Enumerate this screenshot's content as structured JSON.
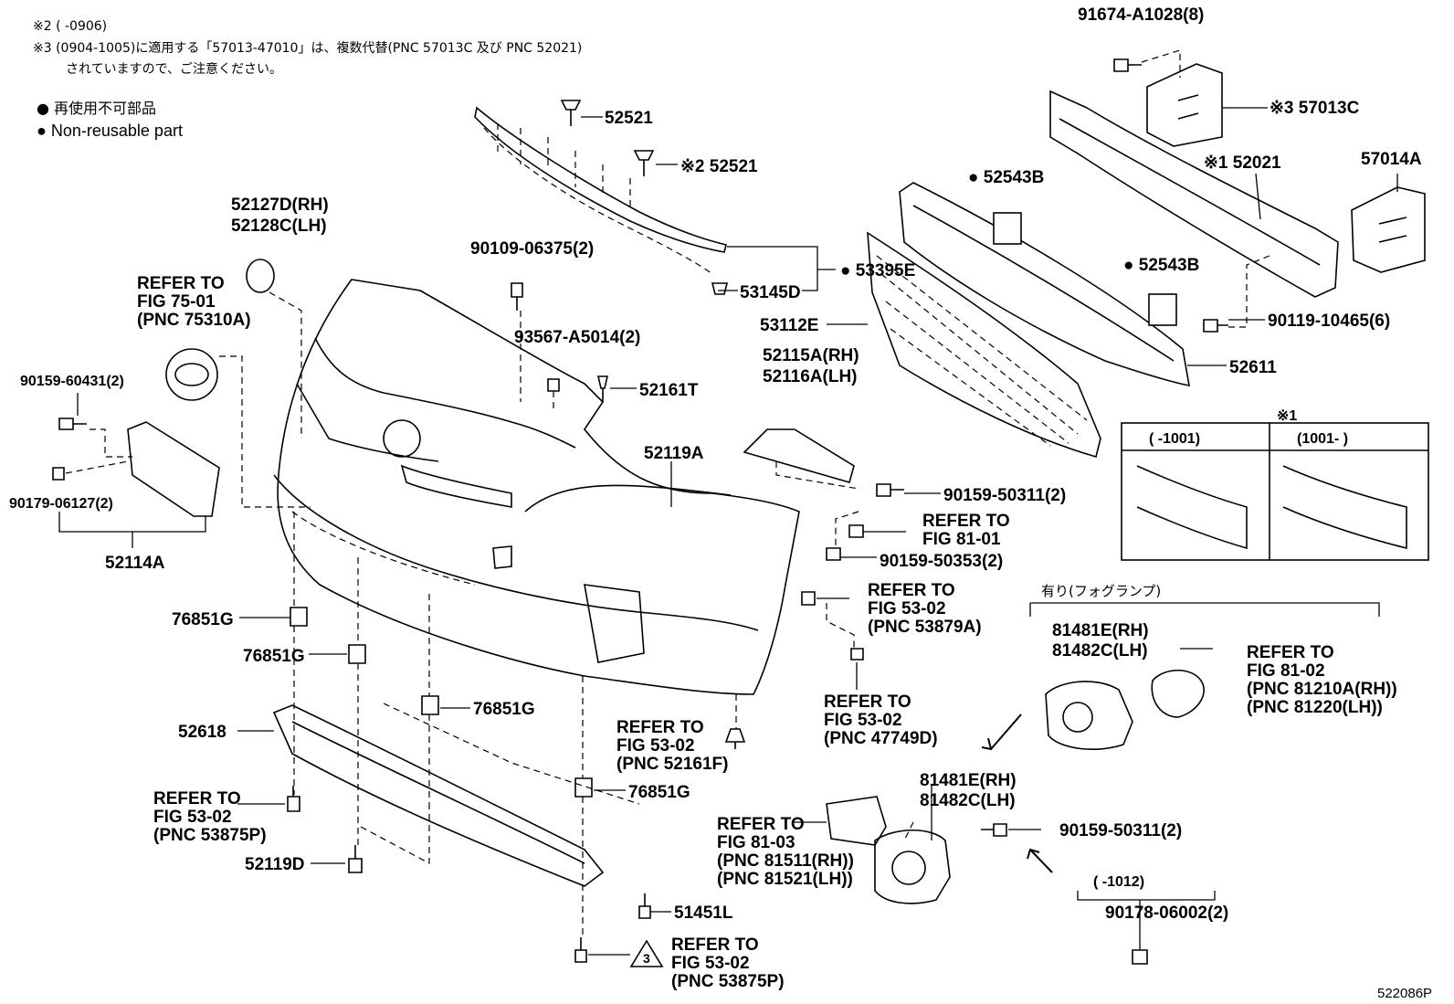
{
  "notes": {
    "line1": "※2 (      -0906)",
    "line2": "※3 (0904-1005)に適用する「57013-47010」は、複数代替(PNC 57013C 及び PNC 52021)",
    "line3": "されていますので、ご注意ください。"
  },
  "legend": {
    "jp": "● 再使用不可部品",
    "en": "● Non-reusable part"
  },
  "labels": {
    "p91674": "91674-A1028(8)",
    "p57013C": "※3 57013C",
    "p52021": "※1 52021",
    "p57014A": "57014A",
    "p52543B_1": "● 52543B",
    "p52543B_2": "● 52543B",
    "p90119": "90119-10465(6)",
    "p52611": "52611",
    "p52521_1": "52521",
    "p52521_2": "※2 52521",
    "p53395E": "● 53395E",
    "p53145D": "53145D",
    "p52127D": "52127D(RH)",
    "p52128C": "52128C(LH)",
    "p90109": "90109-06375(2)",
    "refer75_1": "REFER TO",
    "refer75_2": "FIG 75-01",
    "refer75_3": "(PNC 75310A)",
    "p93567": "93567-A5014(2)",
    "p52161T": "52161T",
    "p53112E": "53112E",
    "p52115A": "52115A(RH)",
    "p52116A": "52116A(LH)",
    "p90159_60431": "90159-60431(2)",
    "p52119A": "52119A",
    "p90159_50311a": "90159-50311(2)",
    "refer81_01_1": "REFER TO",
    "refer81_01_2": "FIG 81-01",
    "p90179": "90179-06127(2)",
    "p90159_50353": "90159-50353(2)",
    "p52114A": "52114A",
    "refer53_a1": "REFER TO",
    "refer53_a2": "FIG 53-02",
    "refer53_a3": "(PNC 53879A)",
    "p76851G_1": "76851G",
    "p76851G_2": "76851G",
    "p76851G_3": "76851G",
    "p76851G_4": "76851G",
    "refer53_b1": "REFER TO",
    "refer53_b2": "FIG 53-02",
    "refer53_b3": "(PNC 47749D)",
    "p52618": "52618",
    "refer53_c1": "REFER TO",
    "refer53_c2": "FIG 53-02",
    "refer53_c3": "(PNC 52161F)",
    "refer53_d1": "REFER TO",
    "refer53_d2": "FIG 53-02",
    "refer53_d3": "(PNC 53875P)",
    "p52119D": "52119D",
    "p51451L": "51451L",
    "refer53_e1": "REFER TO",
    "refer53_e2": "FIG 53-02",
    "refer53_e3": "(PNC 53875P)",
    "triangle": "3",
    "fog_header": "有り(フォグランプ)",
    "p81481E_1": "81481E(RH)",
    "p81482C_1": "81482C(LH)",
    "refer81_02_1": "REFER TO",
    "refer81_02_2": "FIG 81-02",
    "refer81_02_3": "(PNC 81210A(RH))",
    "refer81_02_4": "(PNC 81220(LH))",
    "p81481E_2": "81481E(RH)",
    "p81482C_2": "81482C(LH)",
    "refer81_03_1": "REFER TO",
    "refer81_03_2": "FIG 81-03",
    "refer81_03_3": "(PNC 81511(RH))",
    "refer81_03_4": "(PNC 81521(LH))",
    "p90159_50311b": "90159-50311(2)",
    "range1012": "(      -1012)",
    "p90178": "90178-06002(2)",
    "inset_mark": "※1",
    "inset_left": "(      -1001)",
    "inset_right": "(1001-      )",
    "diagram_id": "522086P"
  }
}
